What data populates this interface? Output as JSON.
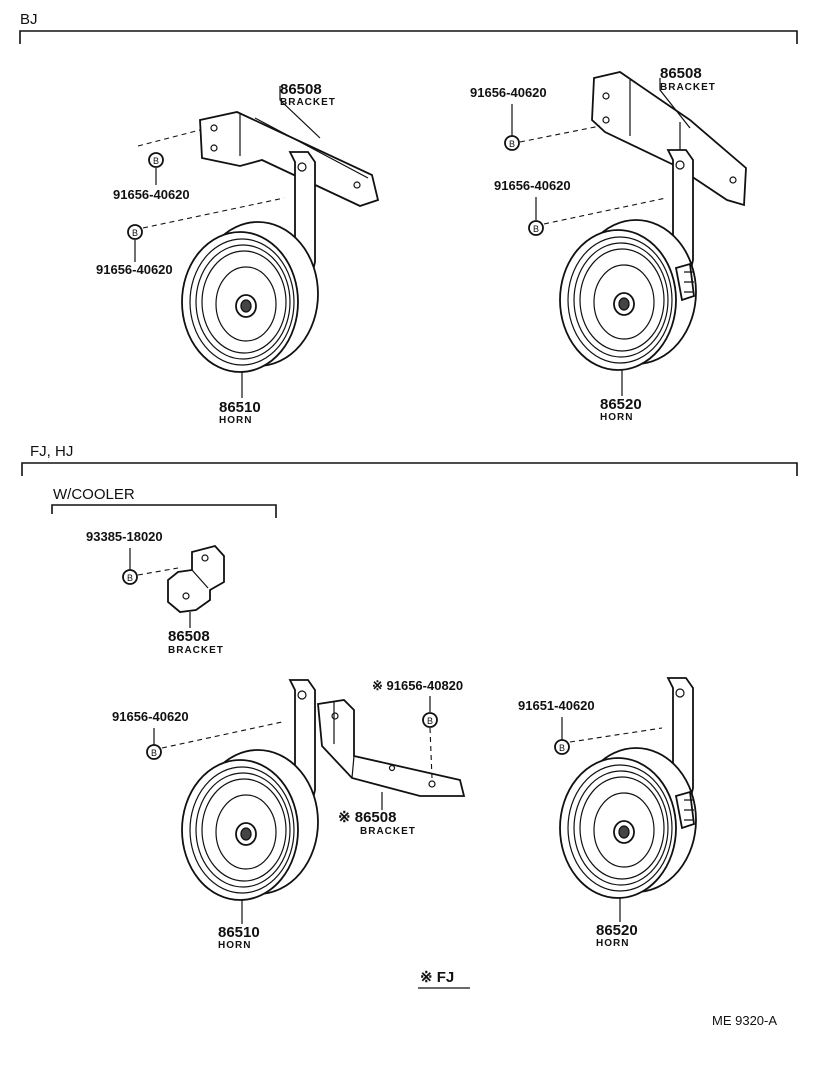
{
  "sections": {
    "bj": "BJ",
    "fjhj": "FJ, HJ",
    "cooler": "W/COOLER"
  },
  "labels": {
    "bj_left_bracket_num": "86508",
    "bj_left_bracket_name": "BRACKET",
    "bj_left_bolt1": "91656-40620",
    "bj_left_bolt2": "91656-40620",
    "bj_left_horn_num": "86510",
    "bj_left_horn_name": "HORN",
    "bj_right_bolt1": "91656-40620",
    "bj_right_bracket_num": "86508",
    "bj_right_bracket_name": "BRACKET",
    "bj_right_bolt2": "91656-40620",
    "bj_right_horn_num": "86520",
    "bj_right_horn_name": "HORN",
    "cooler_bolt": "93385-18020",
    "cooler_bracket_num": "86508",
    "cooler_bracket_name": "BRACKET",
    "fj_left_bolt": "91656-40620",
    "fj_left_horn_num": "86510",
    "fj_left_horn_name": "HORN",
    "fj_mid_bolt": "※ 91656-40820",
    "fj_mid_bracket_num": "※ 86508",
    "fj_mid_bracket_name": "BRACKET",
    "fj_right_bolt": "91651-40620",
    "fj_right_horn_num": "86520",
    "fj_right_horn_name": "HORN",
    "footnote": "※ FJ",
    "code": "ME  9320-A"
  },
  "bolt_symbol": "B"
}
